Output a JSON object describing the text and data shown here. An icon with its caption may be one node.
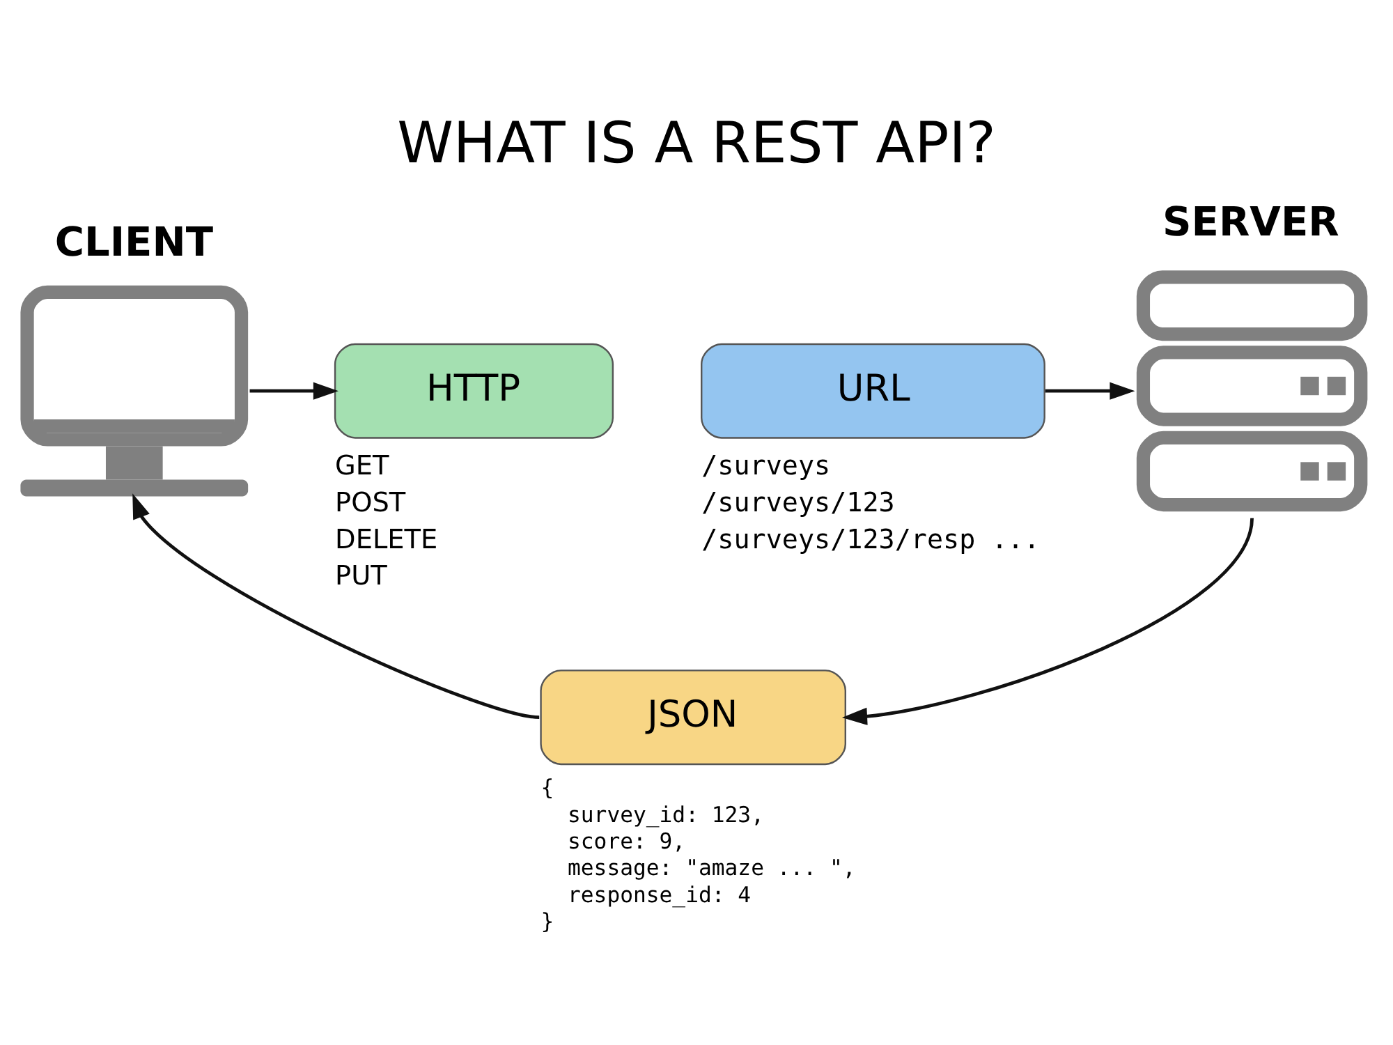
{
  "diagram": {
    "title": "WHAT IS A REST API?",
    "nodes": [
      {
        "text": [
          "CLIENT"
        ]
      },
      {
        "text": [
          "HTTP"
        ],
        "beside": [
          "GET",
          "POST",
          "DELETE",
          "PUT"
        ]
      },
      {
        "text": [
          "URL"
        ],
        "beside": [
          "/surveys",
          "/surveys/123",
          "/surveys/123/resp ..."
        ]
      },
      {
        "text": [
          "SERVER"
        ]
      },
      {
        "text": [
          "JSON"
        ],
        "beside": [
          "{",
          "survey_id: 123,",
          "score: 9,",
          "message: \"amaze ... \",",
          "response_id: 4",
          "}"
        ]
      }
    ],
    "edges": [
      {
        "from": 0,
        "to": 1,
        "arrow": "to"
      },
      {
        "from": 2,
        "to": 3,
        "arrow": "to"
      },
      {
        "from": 3,
        "to": 4,
        "arrow": "to"
      },
      {
        "from": 4,
        "to": 0,
        "arrow": "to"
      }
    ]
  }
}
